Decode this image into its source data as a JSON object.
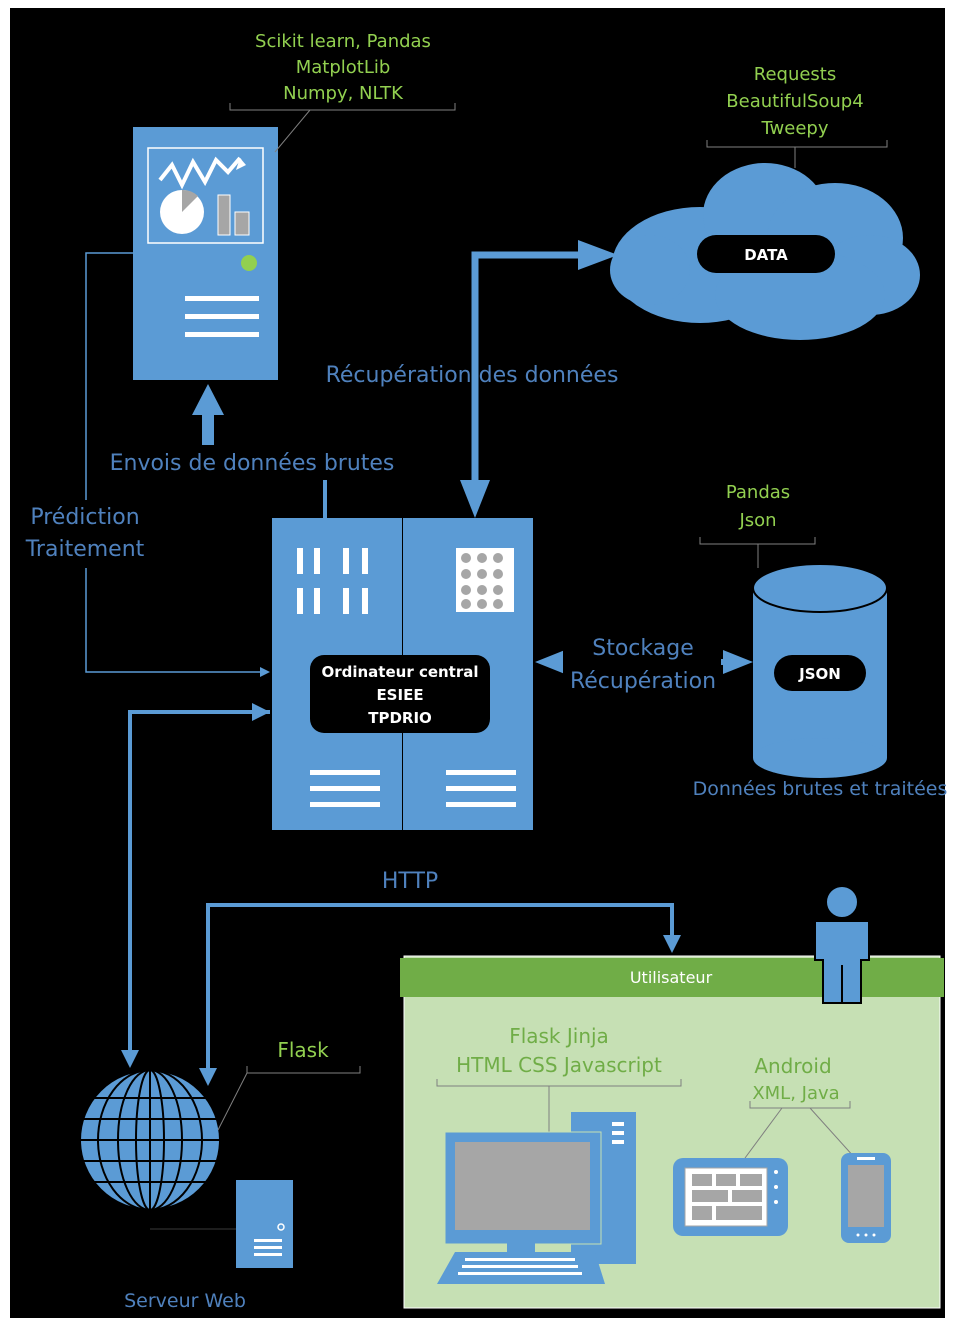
{
  "colors": {
    "background": "#000000",
    "blue": "#5B9BD5",
    "green_label": "#92D050",
    "blue_label": "#4F81BD",
    "user_bar": "#70AD47",
    "user_panel": "#C6E0B4",
    "grey_screen": "#A6A6A6"
  },
  "analytics": {
    "libs": [
      "Scikit learn, Pandas",
      "MatplotLib",
      "Numpy, NLTK"
    ],
    "icon": "analytics-server-icon"
  },
  "scraping": {
    "libs": [
      "Requests",
      "BeautifulSoup4",
      "Tweepy"
    ],
    "cloud_label": "DATA",
    "icon": "cloud-icon"
  },
  "flows": {
    "recuperation": "Récupération des données",
    "envoi": "Envois de données brutes",
    "prediction": [
      "Prédiction",
      "Traitement"
    ],
    "stockage": [
      "Stockage",
      "Récupération"
    ],
    "http": "HTTP"
  },
  "central": {
    "lines": [
      "Ordinateur central",
      "ESIEE",
      "TPDRIO"
    ],
    "icon": "server-rack-icon"
  },
  "storage": {
    "libs": [
      "Pandas",
      "Json"
    ],
    "label": "JSON",
    "caption": "Données brutes et traitées",
    "icon": "database-icon"
  },
  "web": {
    "lib": "Flask",
    "caption": "Serveur Web",
    "icon": "globe-icon"
  },
  "user": {
    "bar_label": "Utilisateur",
    "desktop_libs": [
      "Flask Jinja",
      "HTML CSS Javascript"
    ],
    "mobile_libs": [
      "Android",
      "XML, Java"
    ]
  }
}
